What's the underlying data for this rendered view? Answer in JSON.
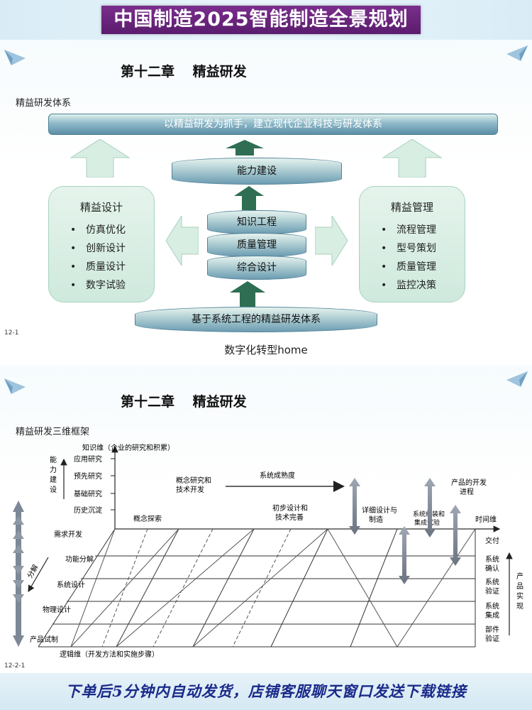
{
  "banner": {
    "title": "中国制造2025智能制造全景规划"
  },
  "slide1": {
    "chapter_title": "第十二章　 精益研发",
    "section_label": "精益研发体系",
    "top_bar": "以精益研发为抓手，建立现代企业科技与研发体系",
    "capability": "能力建设",
    "stack": [
      "知识工程",
      "质量管理",
      "综合设计"
    ],
    "base_bar": "基于系统工程的精益研发体系",
    "left_box": {
      "title": "精益设计",
      "items": [
        "仿真优化",
        "创新设计",
        "质量设计",
        "数字试验"
      ]
    },
    "right_box": {
      "title": "精益管理",
      "items": [
        "流程管理",
        "型号策划",
        "质量管理",
        "监控决策"
      ]
    },
    "slide_number": "12-1",
    "caption": "数字化转型home",
    "colors": {
      "bar": "#5b8fa6",
      "arrow": "#3d7a5e",
      "box": "#d6ede2"
    }
  },
  "slide2": {
    "chapter_title": "第十二章　 精益研发",
    "section_label": "精益研发三维框架",
    "knowledge_axis": "知识维（企业的研究和积累）",
    "knowledge_levels": [
      "应用研究",
      "预先研究",
      "基础研究",
      "历史沉淀"
    ],
    "capability_axis": [
      "能",
      "力",
      "建",
      "设"
    ],
    "time_axis": "时间维",
    "logic_axis": "逻辑维（开发方法和实施步骤）",
    "logic_rows": [
      "需求开发",
      "功能分解",
      "系统设计",
      "物理设计",
      "产品试制"
    ],
    "stage_labels": {
      "concept_explore": "概念探索",
      "concept_research": [
        "概念研究和",
        "技术开发"
      ],
      "maturity": "系统成熟度",
      "prelim_design": [
        "初步设计和",
        "技术完善"
      ],
      "detail_design": [
        "详细设计与",
        "制造"
      ],
      "integration_test": [
        "系统组装和",
        "集成试验"
      ],
      "progress": [
        "产品的开发",
        "进程"
      ]
    },
    "right_rows": [
      [
        "交付"
      ],
      [
        "系统",
        "确认"
      ],
      [
        "系统",
        "验证"
      ],
      [
        "系统",
        "集成"
      ],
      [
        "部件",
        "验证"
      ]
    ],
    "product_realize": [
      "产",
      "品",
      "实",
      "现"
    ],
    "decompose": "分解",
    "slide_number": "12-2-1"
  },
  "footer": {
    "text": "下单后5分钟内自动发货，店铺客服聊天窗口发送下载链接"
  }
}
